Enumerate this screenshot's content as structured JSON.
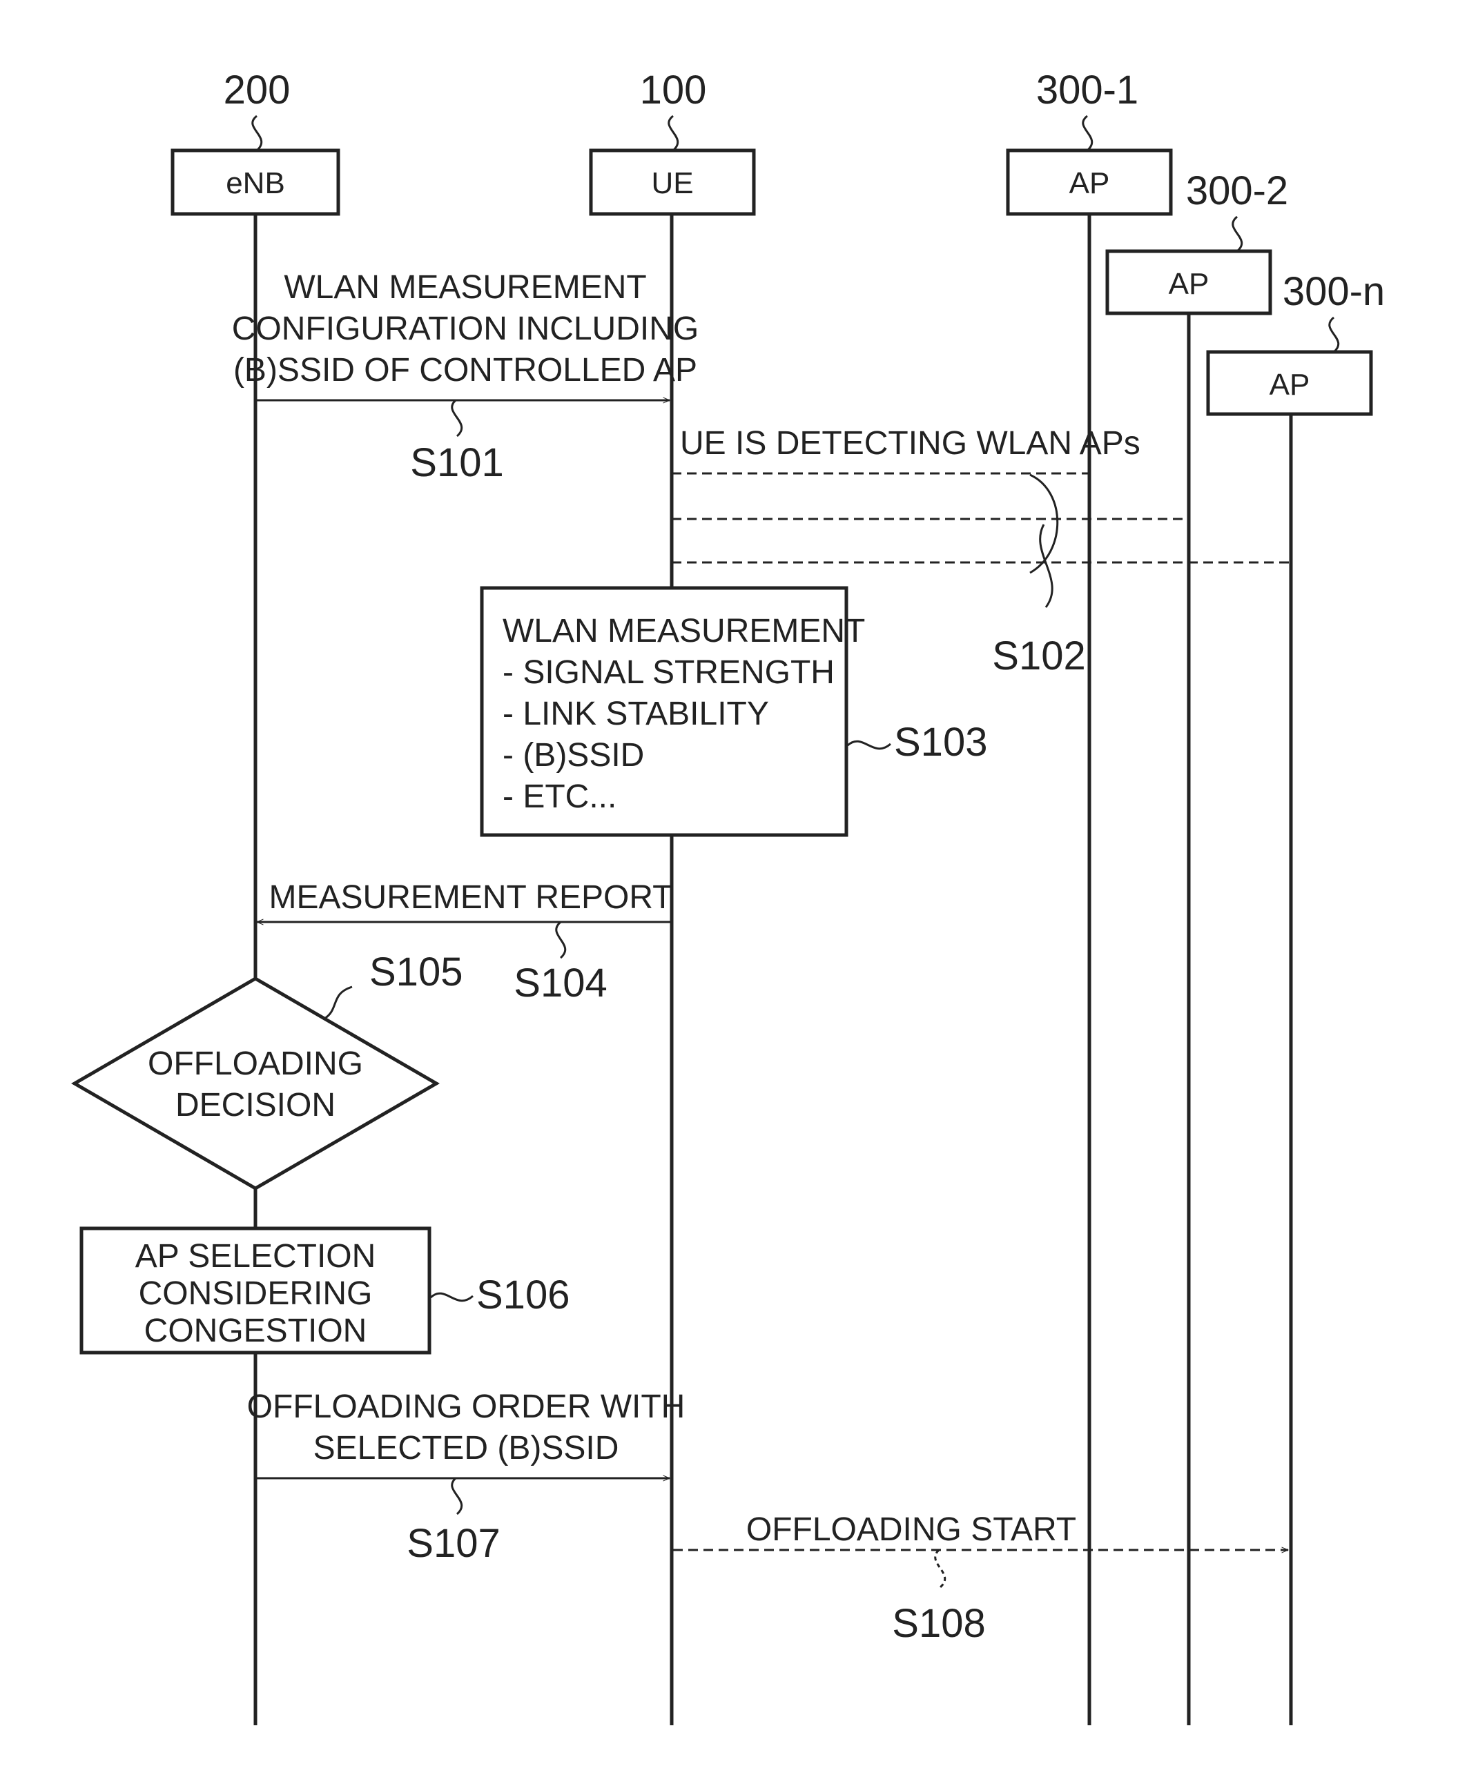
{
  "entities": {
    "enb": {
      "ref": "200",
      "label": "eNB"
    },
    "ue": {
      "ref": "100",
      "label": "UE"
    },
    "ap1": {
      "ref": "300-1",
      "label": "AP"
    },
    "ap2": {
      "ref": "300-2",
      "label": "AP"
    },
    "apn": {
      "ref": "300-n",
      "label": "AP"
    }
  },
  "messages": {
    "s101": {
      "lines": [
        "WLAN MEASUREMENT",
        "CONFIGURATION INCLUDING",
        "(B)SSID OF CONTROLLED AP"
      ],
      "step": "S101"
    },
    "s102": {
      "label": "UE IS DETECTING WLAN APs",
      "step": "S102"
    },
    "s103": {
      "lines": [
        "WLAN MEASUREMENT",
        "- SIGNAL STRENGTH",
        "- LINK STABILITY",
        "- (B)SSID",
        "- ETC..."
      ],
      "step": "S103"
    },
    "s104": {
      "label": "MEASUREMENT REPORT",
      "step": "S104"
    },
    "s105": {
      "lines": [
        "OFFLOADING",
        "DECISION"
      ],
      "step": "S105"
    },
    "s106": {
      "lines": [
        "AP SELECTION",
        "CONSIDERING",
        "CONGESTION"
      ],
      "step": "S106"
    },
    "s107": {
      "lines": [
        "OFFLOADING ORDER WITH",
        "SELECTED (B)SSID"
      ],
      "step": "S107"
    },
    "s108": {
      "label": "OFFLOADING START",
      "step": "S108"
    }
  }
}
